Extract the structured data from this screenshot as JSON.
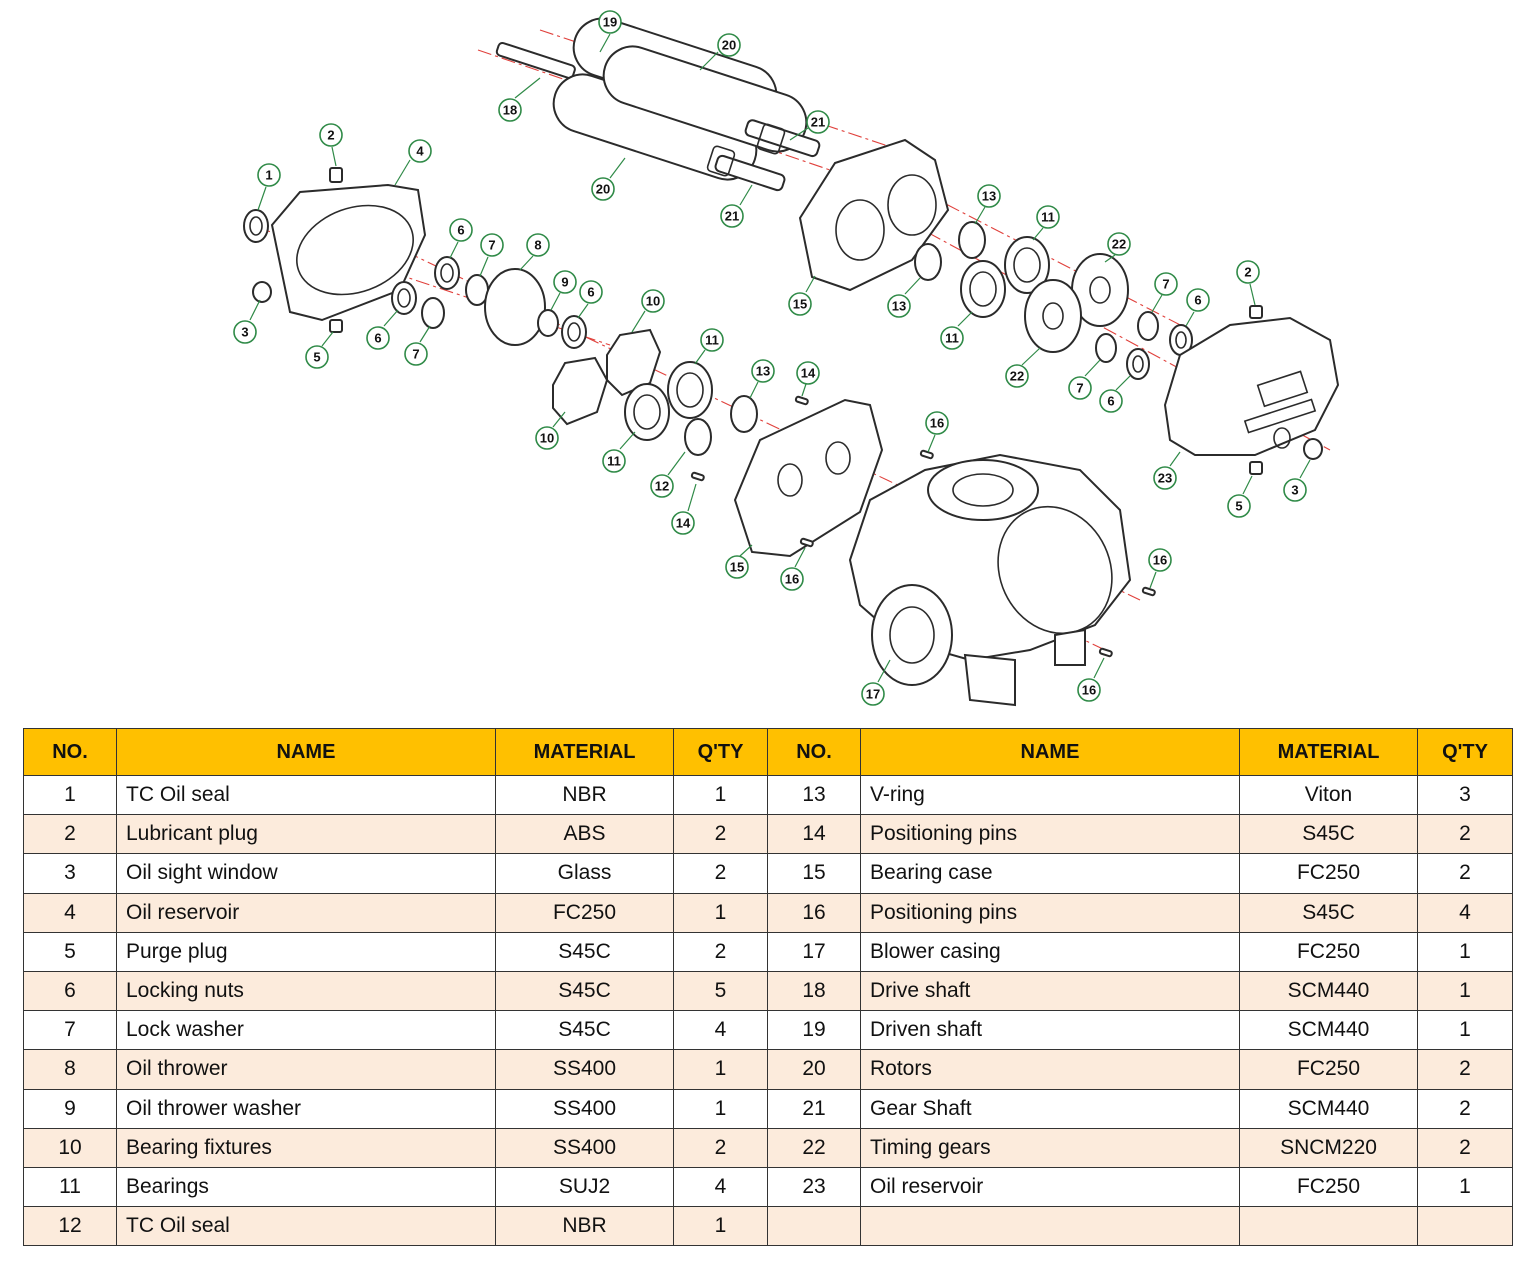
{
  "table": {
    "headers": [
      "NO.",
      "NAME",
      "MATERIAL",
      "Q'TY",
      "NO.",
      "NAME",
      "MATERIAL",
      "Q'TY"
    ],
    "rows": [
      [
        "1",
        "TC Oil seal",
        "NBR",
        "1",
        "13",
        "V-ring",
        "Viton",
        "3"
      ],
      [
        "2",
        "Lubricant plug",
        "ABS",
        "2",
        "14",
        "Positioning pins",
        "S45C",
        "2"
      ],
      [
        "3",
        "Oil sight window",
        "Glass",
        "2",
        "15",
        "Bearing case",
        "FC250",
        "2"
      ],
      [
        "4",
        "Oil reservoir",
        "FC250",
        "1",
        "16",
        "Positioning pins",
        "S45C",
        "4"
      ],
      [
        "5",
        "Purge plug",
        "S45C",
        "2",
        "17",
        "Blower casing",
        "FC250",
        "1"
      ],
      [
        "6",
        "Locking nuts",
        "S45C",
        "5",
        "18",
        "Drive shaft",
        "SCM440",
        "1"
      ],
      [
        "7",
        "Lock washer",
        "S45C",
        "4",
        "19",
        "Driven shaft",
        "SCM440",
        "1"
      ],
      [
        "8",
        "Oil thrower",
        "SS400",
        "1",
        "20",
        "Rotors",
        "FC250",
        "2"
      ],
      [
        "9",
        "Oil thrower washer",
        "SS400",
        "1",
        "21",
        "Gear Shaft",
        "SCM440",
        "2"
      ],
      [
        "10",
        "Bearing fixtures",
        "SS400",
        "2",
        "22",
        "Timing gears",
        "SNCM220",
        "2"
      ],
      [
        "11",
        "Bearings",
        "SUJ2",
        "4",
        "23",
        "Oil reservoir",
        "FC250",
        "1"
      ],
      [
        "12",
        "TC Oil seal",
        "NBR",
        "1",
        "",
        "",
        "",
        ""
      ]
    ]
  },
  "colors": {
    "header_bg": "#ffc000",
    "alt_row_bg": "#fcebdc",
    "callout": "#2f8a47",
    "axis_line": "#e0413c"
  }
}
